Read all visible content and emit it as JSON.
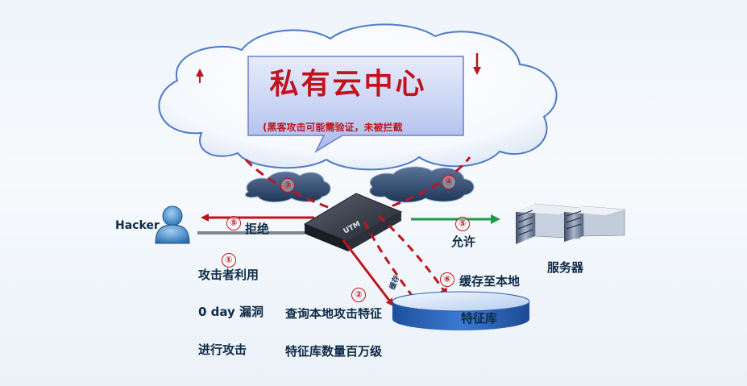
{
  "callout": {
    "title": "私有云中心",
    "subtext": "(黑客攻击可能需验证，未被拦截"
  },
  "actors": {
    "hacker_label": "Hacker",
    "server_label": "服务器",
    "device_label": "UTM"
  },
  "steps": {
    "s1": {
      "number": "①",
      "lines": [
        "攻击者利用",
        "0 day 漏洞",
        "进行攻击"
      ]
    },
    "s2": {
      "number": "②",
      "lines": [
        "查询本地攻击特征",
        "特征库数量百万级"
      ]
    },
    "s3": {
      "number": "③"
    },
    "s4": {
      "number": "④"
    },
    "s5_block": {
      "number": "⑤",
      "label": "拒绝"
    },
    "s5_allow": {
      "number": "⑤",
      "label": "允许"
    },
    "s6": {
      "number": "⑥",
      "label": "缓存至本地"
    }
  },
  "database": {
    "label": "特征库",
    "side_text": "缓存"
  },
  "colors": {
    "threat_red": "#c0141c",
    "allow_green": "#1d9a4a",
    "text_navy": "#0e2a47",
    "cloud_blue": "#4d79c7",
    "callout_fill": "#b9c7ef"
  }
}
